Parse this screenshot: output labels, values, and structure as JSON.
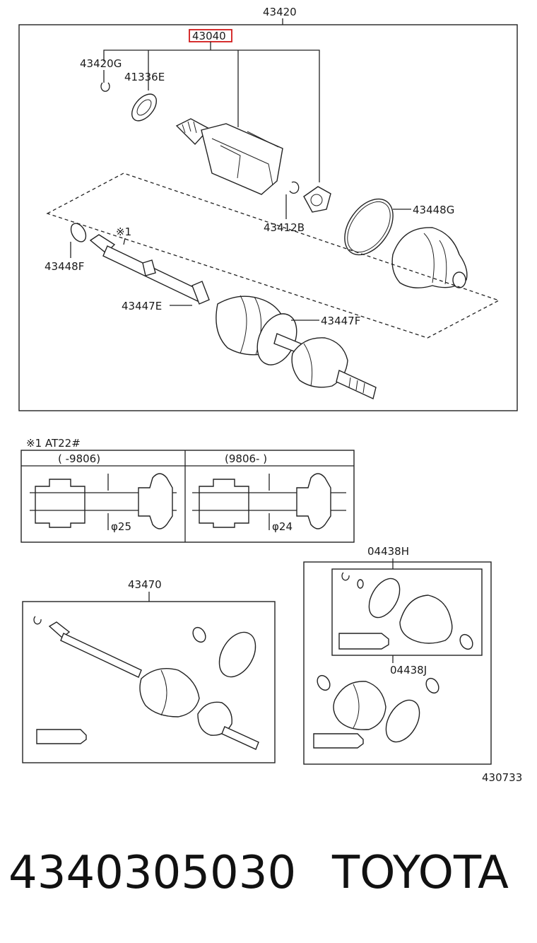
{
  "labels": {
    "assembly": "43420",
    "joint_kit": "43040",
    "snap_ring": "43420G",
    "dust_deflector": "41336E",
    "inner_snap_ring": "43412B",
    "boot_clamp_g": "43448G",
    "boot_clamp_f": "43448F",
    "note_marker": "※1",
    "clamp_e": "43447E",
    "clamp_f": "43447F",
    "shaft_assembly": "43470",
    "boot_kit_h": "04438H",
    "boot_kit_j": "04438J",
    "diagram_number": "430733"
  },
  "note_table": {
    "title": "※1 AT22#",
    "col1_header": "(      -9806)",
    "col2_header": "(9806-        )",
    "col1_dim": "φ25",
    "col2_dim": "φ24"
  },
  "highlight": {
    "label_key": "joint_kit",
    "color": "#d11a1a"
  },
  "footer": {
    "part_number": "4340305030",
    "brand": "TOYOTA"
  }
}
